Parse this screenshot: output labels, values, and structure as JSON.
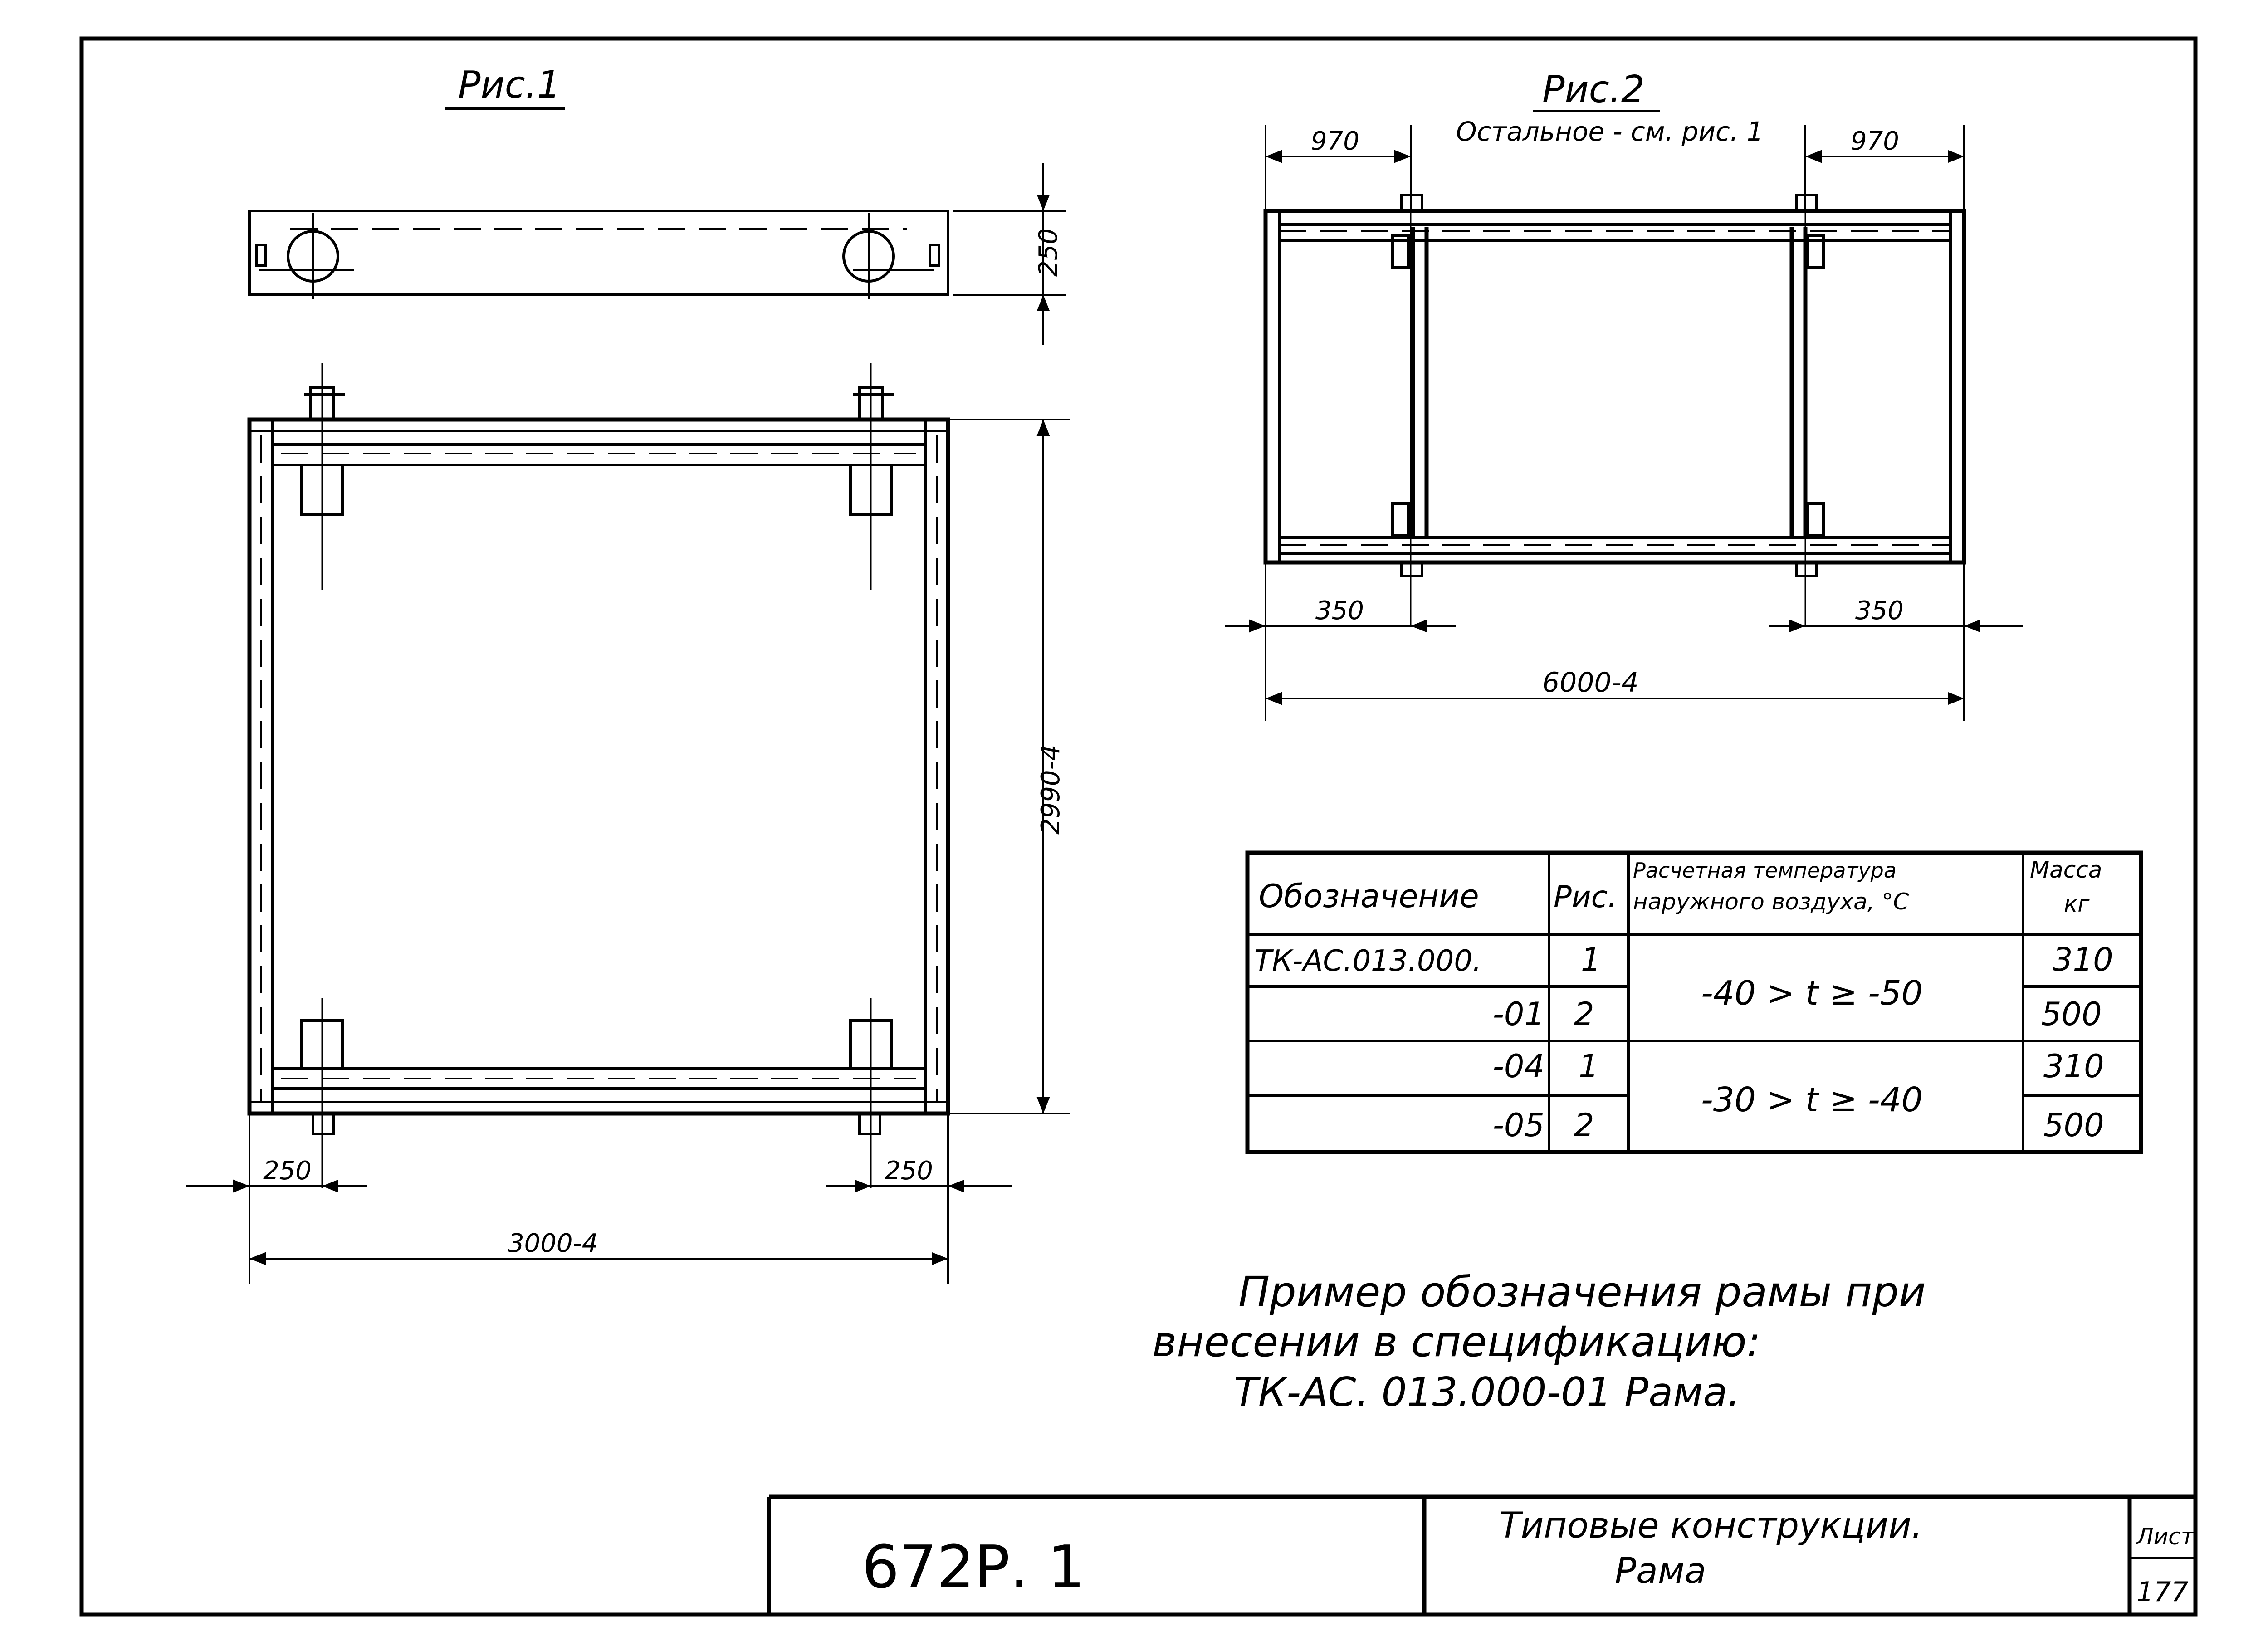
{
  "fig1": {
    "title": "Рис.1",
    "dim_height_top": "250",
    "dim_height": "2990-4",
    "dim_left_offset": "250",
    "dim_right_offset": "250",
    "dim_width": "3000-4"
  },
  "fig2": {
    "title": "Рис.2",
    "subtitle": "Остальное - см. рис. 1",
    "dim_top_left": "970",
    "dim_top_right": "970",
    "dim_bottom_left": "350",
    "dim_bottom_right": "350",
    "dim_width": "6000-4"
  },
  "table": {
    "headers": [
      "Обозначение",
      "Рис.",
      "Расчетная температура наружного воздуха, °С",
      "Масса кг"
    ],
    "header_temp_line1": "Расчетная температура",
    "header_temp_line2": "наружного воздуха, °С",
    "header_mass_line1": "Масса",
    "header_mass_line2": "кг",
    "rows": [
      {
        "designation": "ТК-АС.013.000.",
        "fig": "1",
        "mass": "310"
      },
      {
        "designation": "-01",
        "fig": "2",
        "mass": "500"
      },
      {
        "designation": "-04",
        "fig": "1",
        "mass": "310"
      },
      {
        "designation": "-05",
        "fig": "2",
        "mass": "500"
      }
    ],
    "temps": [
      "-40 > t ≥ -50",
      "-30 > t ≥ -40"
    ]
  },
  "note": {
    "line1": "Пример обозначения рамы при",
    "line2": "внесении в спецификацию:",
    "line3": "ТК-АС. 013.000-01    Рама."
  },
  "title_block": {
    "code": "672Р. 1",
    "name_line1": "Типовые конструкции.",
    "name_line2": "Рама",
    "sheet_label": "Лист",
    "sheet_number": "177"
  }
}
